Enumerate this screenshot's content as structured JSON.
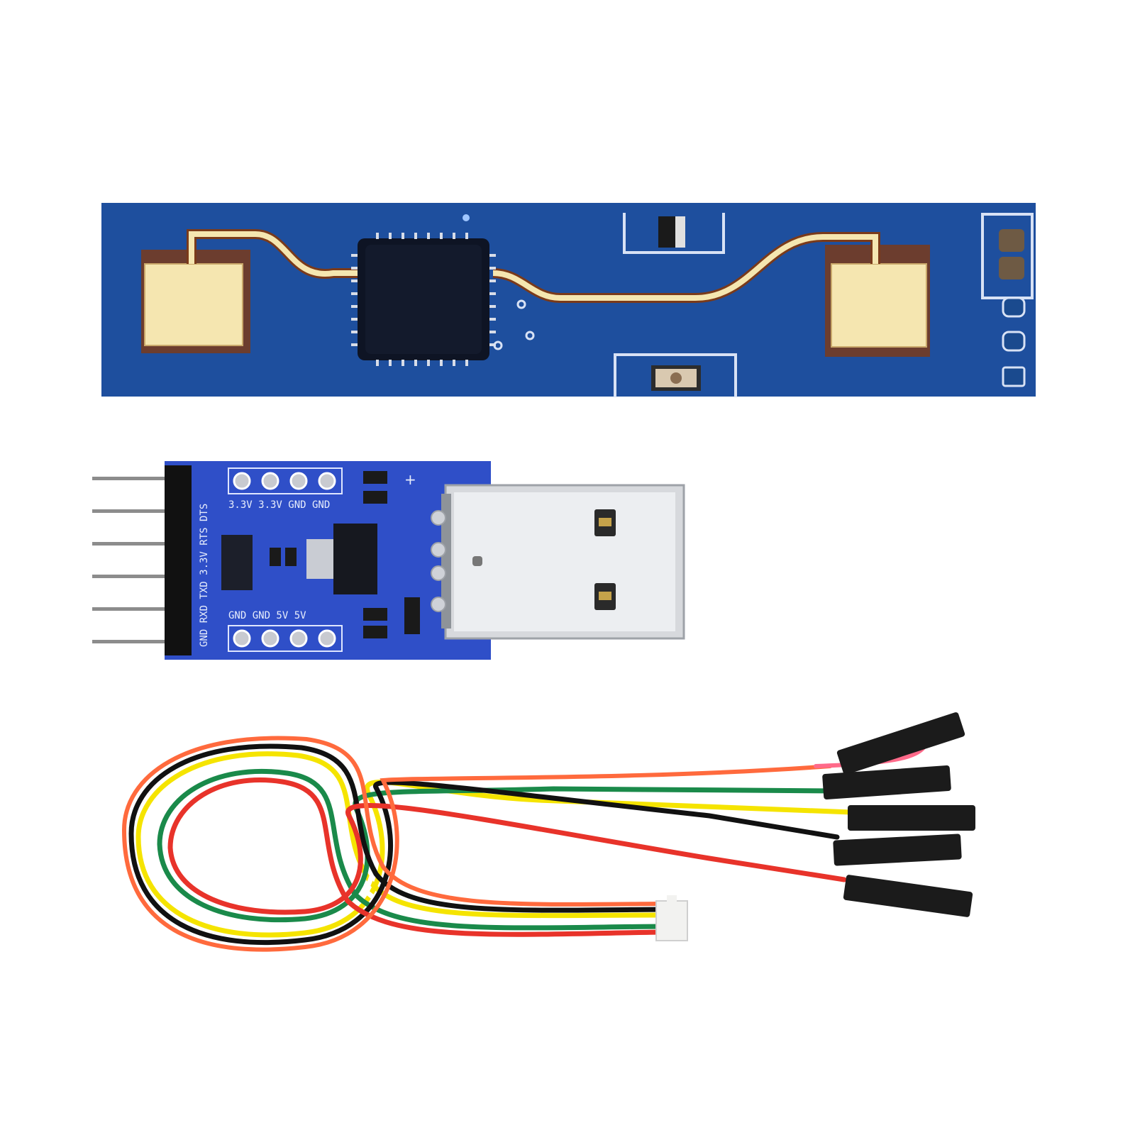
{
  "colors": {
    "background": "#ffffff",
    "radar_pcb": "#1e4f9e",
    "usb_pcb": "#2f4fc8",
    "gold": "#f5e6b0",
    "copper": "#9a4b1f",
    "wire_colors": [
      "#f5e400",
      "#ffffff",
      "#1a8a4a",
      "#111111",
      "#e8332a",
      "#ff6a3d"
    ]
  },
  "usb_adapter": {
    "silk_top": "3.3V 3.3V GND GND",
    "silk_bottom": "GND GND 5V  5V",
    "silk_side": "GND RXD TXD 3.3V RTS DTS",
    "plus_marker": "+"
  },
  "icons": {
    "chip": "ic-chip-icon",
    "usb": "usb-a-plug-icon",
    "connector": "jst-connector-icon"
  }
}
